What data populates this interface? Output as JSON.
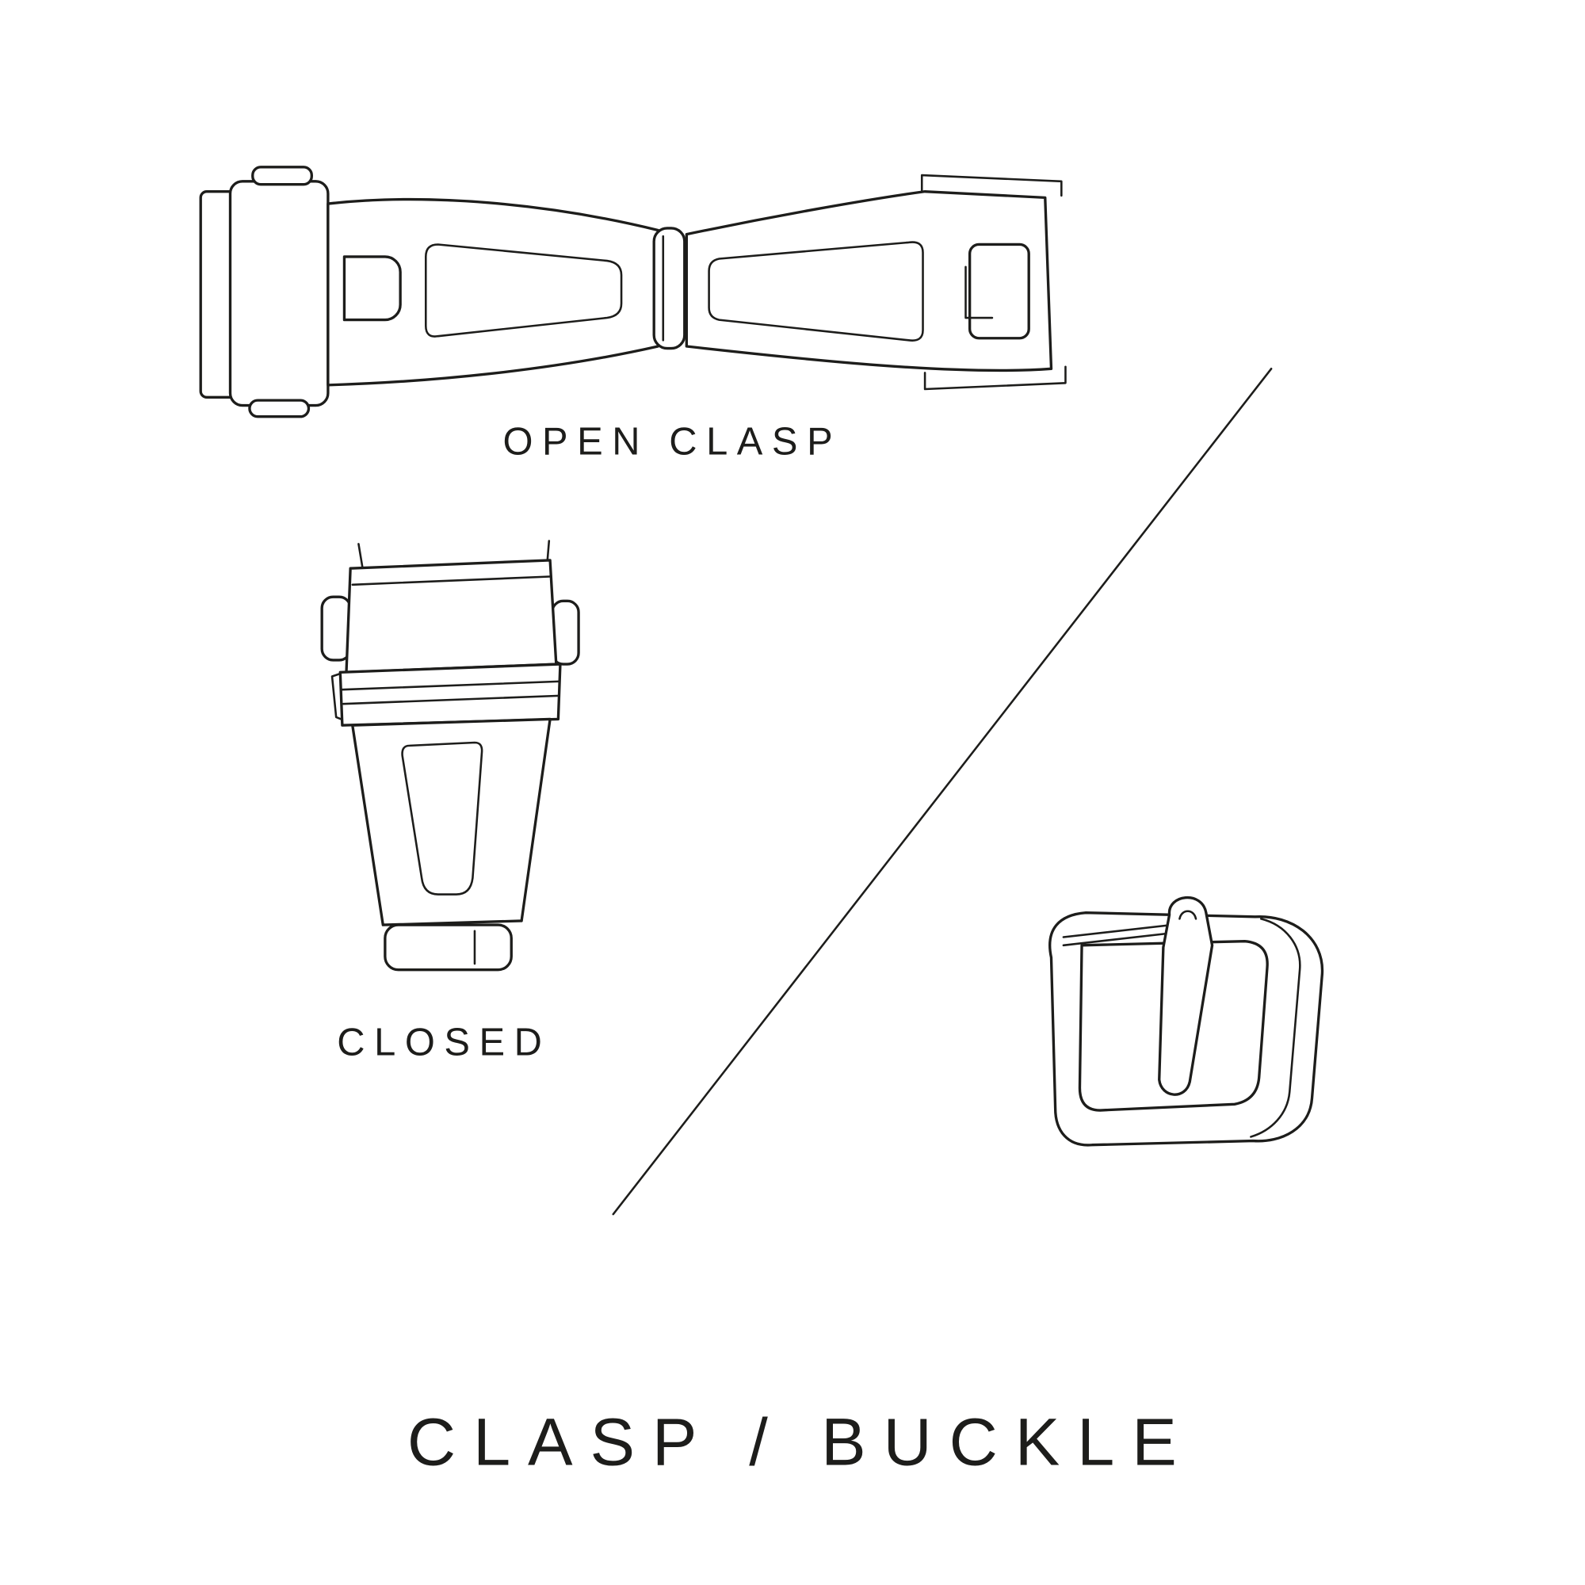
{
  "title": "CLASP / BUCKLE",
  "labels": {
    "open_clasp": "OPEN CLASP",
    "closed": "CLOSED"
  },
  "illustrations": [
    {
      "name": "open-clasp-illustration",
      "description": "deployment clasp shown opened flat"
    },
    {
      "name": "closed-clasp-illustration",
      "description": "deployment clasp shown closed, top view"
    },
    {
      "name": "tang-buckle-illustration",
      "description": "pin buckle with tongue"
    }
  ],
  "colors": {
    "background": "#ffffff",
    "line": "#1d1d1b",
    "text": "#1d1d1b"
  }
}
